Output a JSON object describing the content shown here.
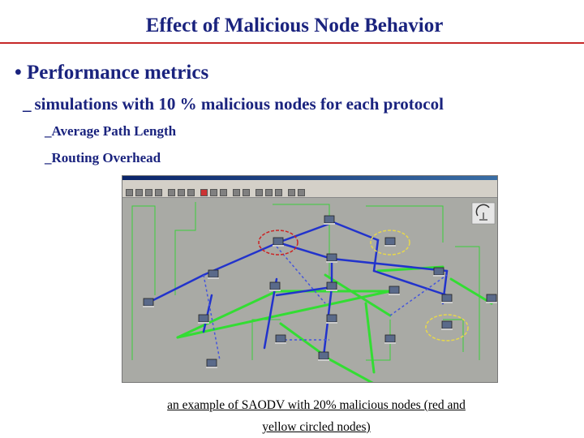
{
  "slide": {
    "title": "Effect of Malicious Node Behavior",
    "bullet": "• Performance metrics",
    "sub_bullet": "simulations with 10 % malicious nodes for each protocol",
    "metrics": [
      "Average Path Length",
      "Routing Overhead"
    ],
    "dash": "_"
  },
  "caption": {
    "line1": "an example of SAODV with 20% malicious nodes (red and",
    "line2": "yellow circled nodes)"
  },
  "colors": {
    "title_text": "#1a237e",
    "title_rule": "#c62828",
    "blue_links": "#2233cc",
    "green_links": "#33dd33",
    "red_circle": "#cc2222",
    "yellow_circle": "#e8d84a",
    "sim_background": "#a9aaa5"
  },
  "icons": {
    "node": "computer-icon",
    "base_station": "satellite-dish-icon"
  }
}
